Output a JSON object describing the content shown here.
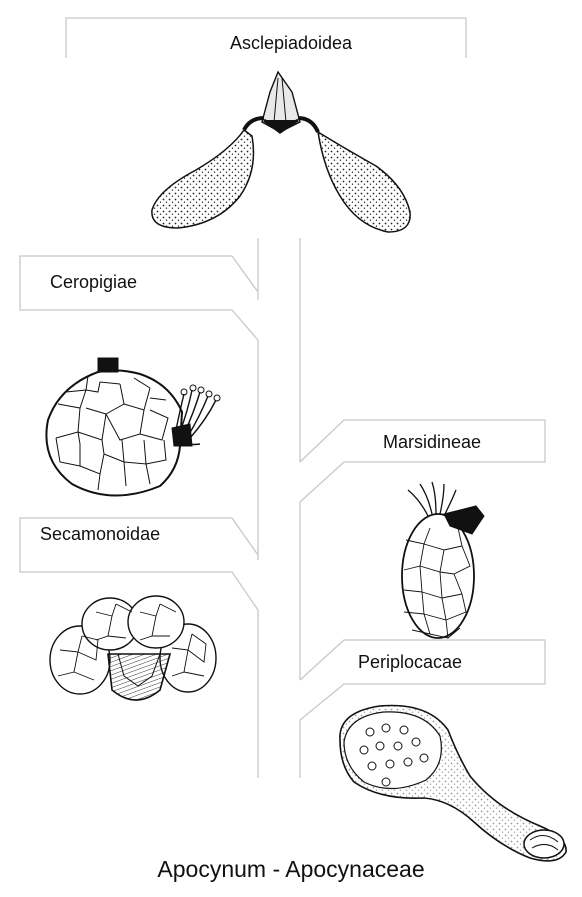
{
  "diagram": {
    "labels": {
      "top": "Asclepiadoidea",
      "ceropigiae": "Ceropigiae",
      "marsidineae": "Marsidineae",
      "secamonoidae": "Secamonoidae",
      "periplocacae": "Periplocacae"
    },
    "footer": "Apocynum - Apocynaceae"
  },
  "colors": {
    "line": "#c8c8c8",
    "ink": "#111111",
    "accent": "#000000"
  }
}
